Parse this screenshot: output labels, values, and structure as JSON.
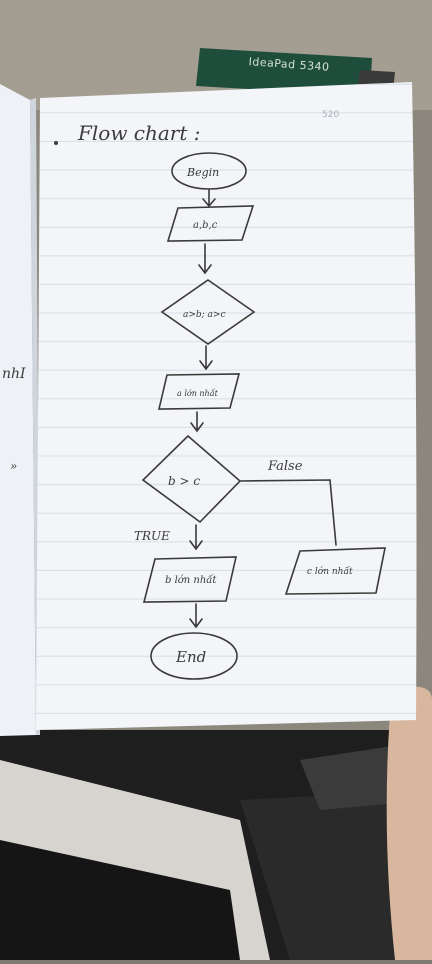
{
  "photo": {
    "laptop_label": "IdeaPad 5340",
    "page_number": "520"
  },
  "notebook": {
    "heading": "Flow chart :",
    "left_page_marks": [
      "nhI",
      "»"
    ]
  },
  "flowchart": {
    "begin": "Begin",
    "input": "a,b,c",
    "condition1": "a>b; a>c",
    "output_a": "a lớn nhất",
    "condition2": "b > c",
    "false_label": "False",
    "true_label": "TRUE",
    "output_b": "b lớn nhất",
    "output_c": "c lớn nhất",
    "end": "End"
  }
}
